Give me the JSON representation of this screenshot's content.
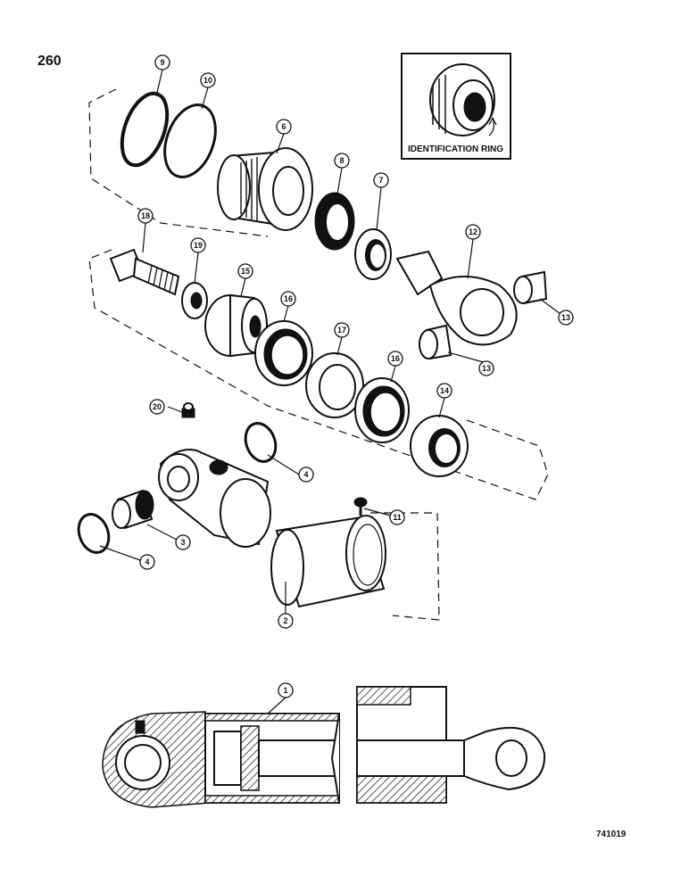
{
  "page": {
    "page_number": "260",
    "figure_number": "741019"
  },
  "inset": {
    "label": "IDENTIFICATION RING"
  },
  "callouts": [
    "1",
    "2",
    "3",
    "4",
    "4",
    "6",
    "7",
    "8",
    "9",
    "10",
    "11",
    "12",
    "13",
    "13",
    "14",
    "15",
    "16",
    "16",
    "17",
    "18",
    "19",
    "20"
  ]
}
